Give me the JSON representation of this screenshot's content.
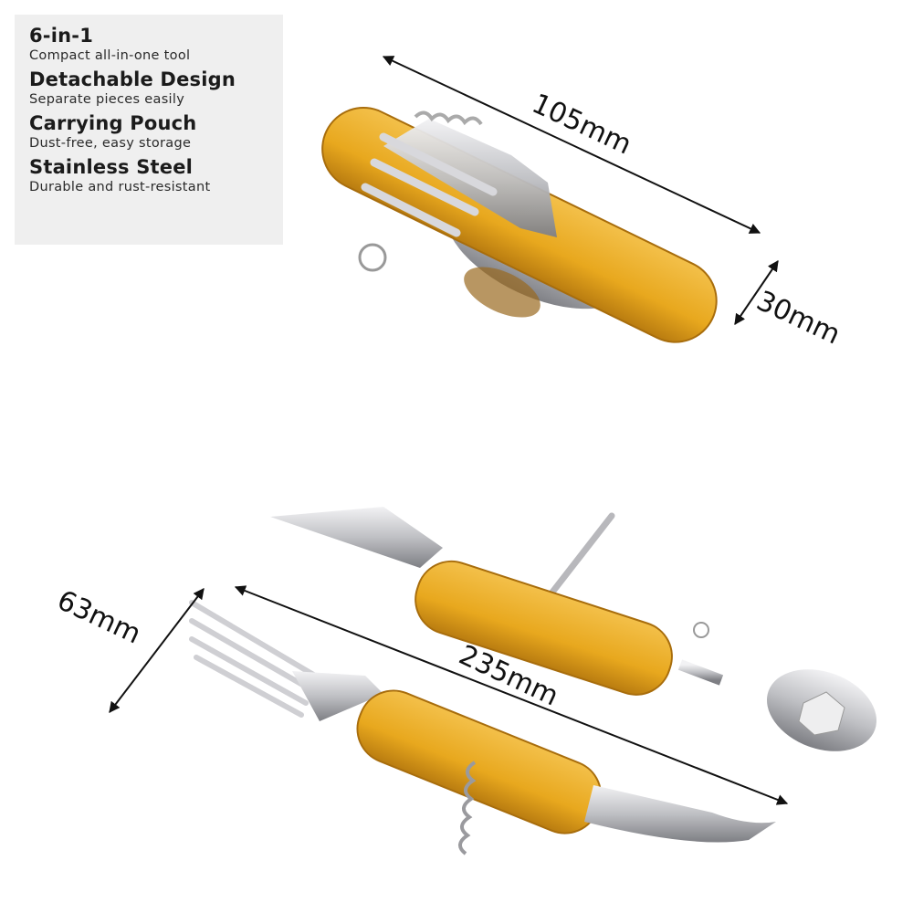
{
  "features": [
    {
      "title": "6-in-1",
      "subtitle": "Compact all-in-one tool"
    },
    {
      "title": "Detachable Design",
      "subtitle": "Separate pieces easily"
    },
    {
      "title": "Carrying Pouch",
      "subtitle": "Dust-free, easy storage"
    },
    {
      "title": "Stainless Steel",
      "subtitle": "Durable and rust-resistant"
    }
  ],
  "dimensions": {
    "folded_length": "105mm",
    "folded_width": "30mm",
    "open_width": "63mm",
    "open_length": "235mm"
  },
  "colors": {
    "handle": "#E8A81E",
    "handle_shadow": "#B97C10",
    "steel": "#C8C8CC",
    "panel_bg": "#EFEFEF",
    "text": "#1B1B1B"
  }
}
